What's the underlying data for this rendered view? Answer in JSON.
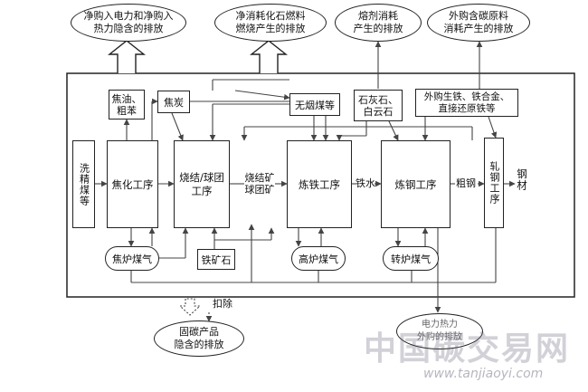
{
  "emission_ovals": {
    "electricity": "净购入电力和净购入\n热力隐含的排放",
    "fossil_fuel": "净消耗化石燃料\n燃烧产生的排放",
    "flux": "熔剂消耗\n产生的排放",
    "carbon_material": "外购含碳原料\n消耗产生的排放",
    "solid_carbon": "固碳产品\n隐含的排放"
  },
  "inputs": {
    "coke_oil_benzene": "焦油、\n粗苯",
    "coke": "焦炭",
    "anthracite": "无烟煤等",
    "limestone": "石灰石、\n白云石",
    "purchased_iron": "外购生铁、铁合金、\n直接还原铁等"
  },
  "processes": {
    "washed_coal": "洗精煤等",
    "coking": "焦化工序",
    "sintering": "烧结/球团\n工序",
    "ironmaking": "炼铁工序",
    "steelmaking": "炼钢工序",
    "rolling": "轧钢工序",
    "steel": "钢材"
  },
  "flow_labels": {
    "sinter_ore": "烧结矿\n球团矿",
    "molten_iron": "铁水",
    "crude_steel": "粗钢"
  },
  "gases": {
    "coke_oven_gas": "焦炉煤气",
    "iron_ore": "铁矿石",
    "blast_furnace_gas": "高炉煤气",
    "converter_gas": "转炉煤气"
  },
  "deduct_label": "扣除",
  "bottom_overlap": "电力热力\n外购的排放",
  "watermark": {
    "cn": "中国碳交易网",
    "url": "www.tanjiaoyi.com"
  }
}
